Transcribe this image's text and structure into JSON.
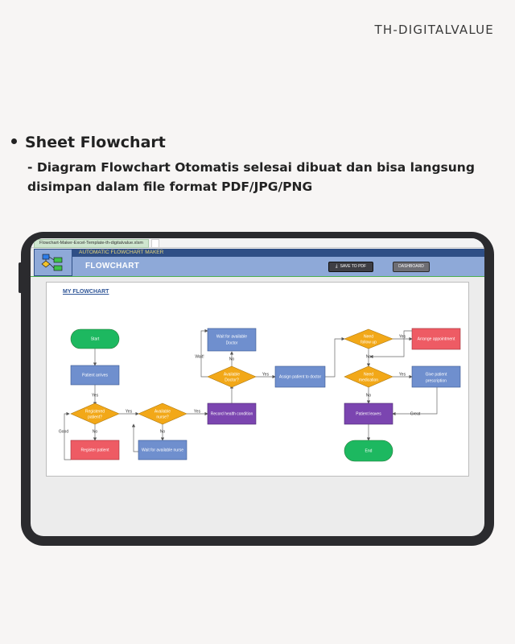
{
  "brand": "TH-DIGITALVALUE",
  "heading": "Sheet Flowchart",
  "description": "- Diagram Flowchart Otomatis selesai dibuat dan bisa langsung disimpan dalam file format PDF/JPG/PNG",
  "spreadsheet": {
    "file_tab": "Flowchart-Maker-Excel-Template-th-digitalvalue.xlsm",
    "app_title": "AUTOMATIC FLOWCHART MAKER",
    "sheet_title": "FLOWCHART",
    "save_button": "SAVE TO PDF",
    "dashboard_button": "DASHBOARD",
    "diagram_title": "MY FLOWCHART"
  },
  "flowchart": {
    "nodes": {
      "start": "Start",
      "patient_arrives": "Patient arrives",
      "registered": [
        "Registered",
        "patient?"
      ],
      "register_patient": "Register patient",
      "available_nurse": [
        "Available",
        "nurse?"
      ],
      "wait_nurse": "Wait for available nurse",
      "record_health": "Record health condition",
      "available_doctor": [
        "Available",
        "Doctor?"
      ],
      "wait_doctor": [
        "Wait for available",
        "Doctor"
      ],
      "assign_doctor": "Assign patient to doctor",
      "need_followup": [
        "Need",
        "follow up"
      ],
      "arrange_appointment": "Arrange appointment",
      "need_medication": [
        "Need",
        "medication"
      ],
      "give_prescription": [
        "Give patient",
        "prescription"
      ],
      "patient_leaves": "Patient leaves",
      "end": "End"
    },
    "labels": {
      "yes": "Yes",
      "no": "No",
      "good": "Good",
      "wait": "Wait!",
      "great": "Great"
    }
  },
  "colors": {
    "terminal": "#1db860",
    "process": "#6f8fce",
    "decision": "#f2a818",
    "action_red": "#ee5b64",
    "action_purple": "#7b45b0",
    "header_dark": "#2f4f86",
    "header_light": "#8ea9d8"
  }
}
